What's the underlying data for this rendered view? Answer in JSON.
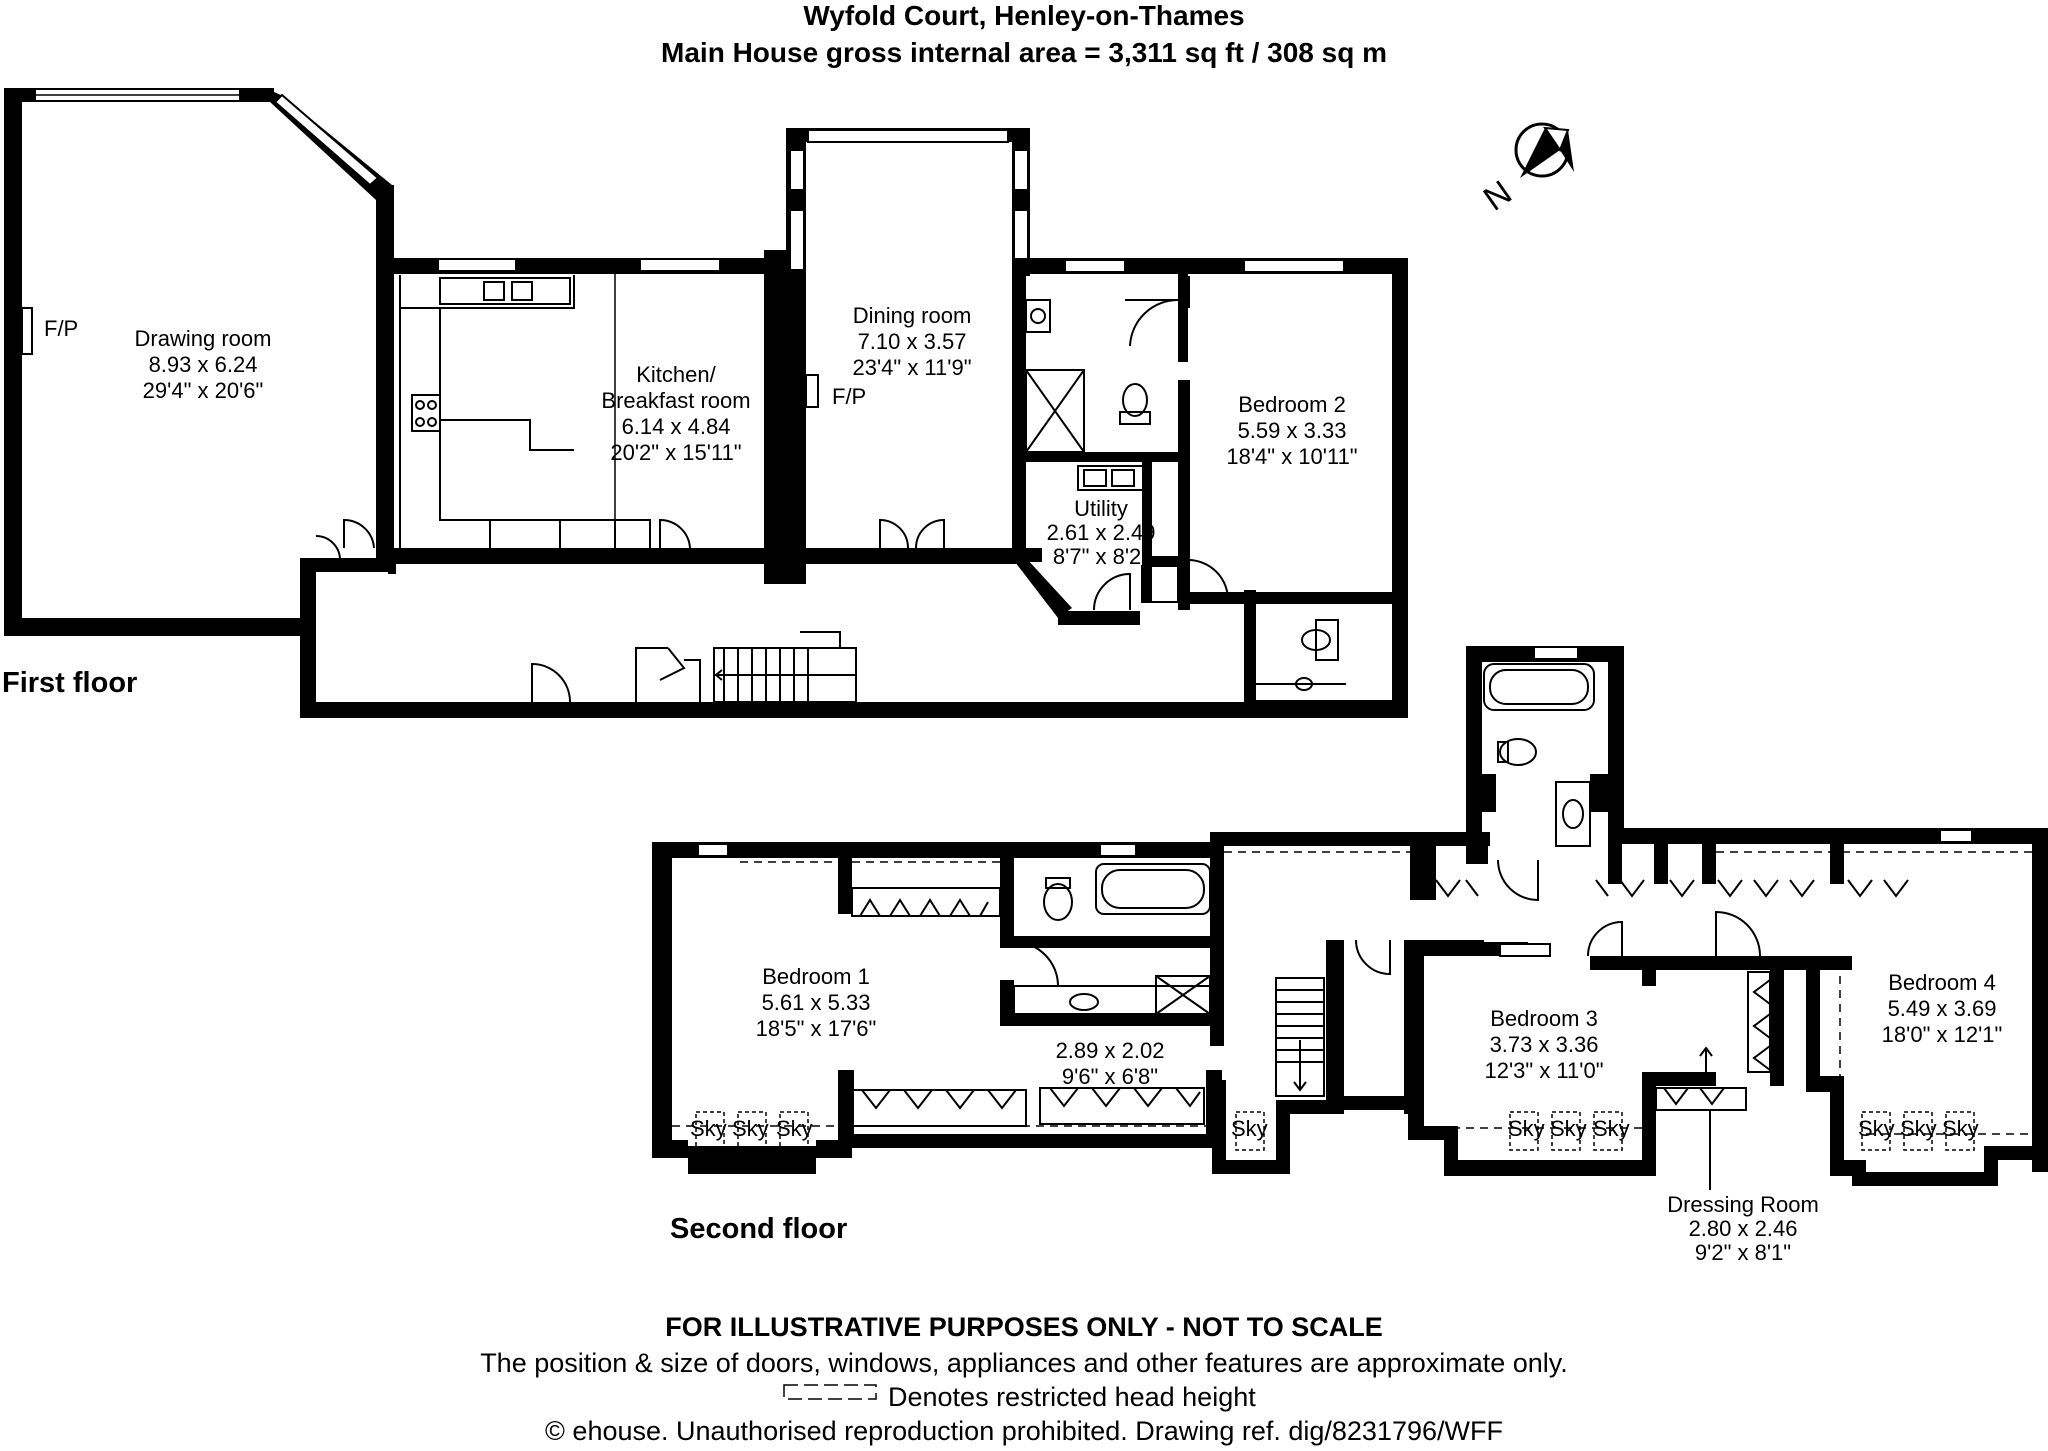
{
  "title": "Wyfold Court, Henley-on-Thames",
  "subtitle": "Main House gross internal area = 3,311 sq ft / 308 sq m",
  "floors": {
    "first": "First floor",
    "second": "Second floor"
  },
  "rooms": {
    "drawing": {
      "name": "Drawing room",
      "metric": "8.93 x 6.24",
      "imperial": "29'4\" x 20'6\""
    },
    "kitchen": {
      "name1": "Kitchen/",
      "name2": "Breakfast room",
      "metric": "6.14 x 4.84",
      "imperial": "20'2\" x 15'11\""
    },
    "dining": {
      "name": "Dining room",
      "metric": "7.10 x 3.57",
      "imperial": "23'4\" x 11'9\""
    },
    "bedroom2": {
      "name": "Bedroom 2",
      "metric": "5.59 x 3.33",
      "imperial": "18'4\" x 10'11\""
    },
    "utility": {
      "name": "Utility",
      "metric": "2.61 x 2.49",
      "imperial": "8'7\" x 8'2\""
    },
    "bedroom1": {
      "name": "Bedroom 1",
      "metric": "5.61 x 5.33",
      "imperial": "18'5\" x 17'6\""
    },
    "landing": {
      "metric": "2.89 x 2.02",
      "imperial": "9'6\" x 6'8\""
    },
    "bedroom3": {
      "name": "Bedroom 3",
      "metric": "3.73 x 3.36",
      "imperial": "12'3\" x 11'0\""
    },
    "bedroom4": {
      "name": "Bedroom 4",
      "metric": "5.49 x 3.69",
      "imperial": "18'0\" x 12'1\""
    },
    "dressing": {
      "name": "Dressing Room",
      "metric": "2.80 x 2.46",
      "imperial": "9'2\" x 8'1\""
    }
  },
  "fireplace_label": "F/P",
  "skylight_label": "Sky",
  "compass_letter": "N",
  "footer": {
    "line1": "FOR ILLUSTRATIVE PURPOSES ONLY - NOT TO SCALE",
    "line2": "The position & size of doors, windows, appliances and other features are approximate only.",
    "line3": "Denotes restricted head height",
    "line4": "© ehouse. Unauthorised reproduction prohibited. Drawing ref. dig/8231796/WFF"
  }
}
